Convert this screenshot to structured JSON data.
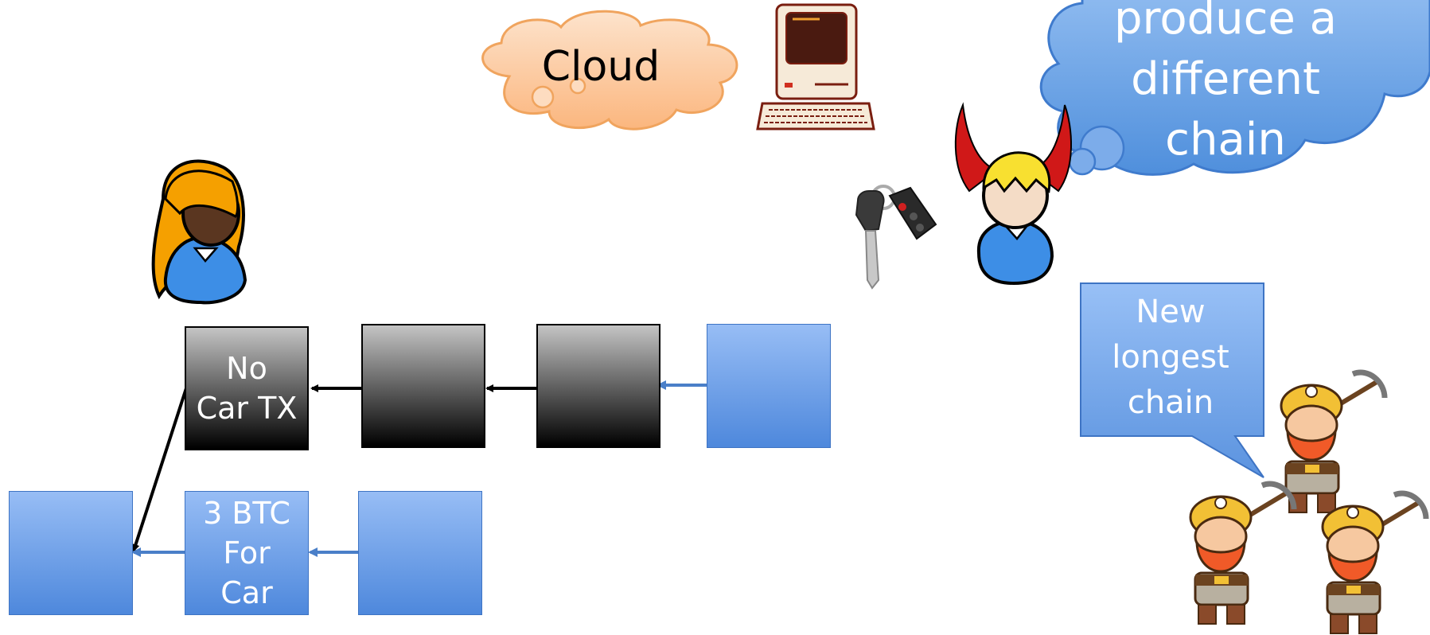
{
  "cloud": {
    "label": "Cloud"
  },
  "thought": {
    "text": "produce a\ndifferent\nchain"
  },
  "callout": {
    "text": "New\nlongest\nchain"
  },
  "blocks": {
    "top": [
      {
        "text": "No\nCar TX",
        "style": "gray"
      },
      {
        "text": "",
        "style": "gray"
      },
      {
        "text": "",
        "style": "gray"
      },
      {
        "text": "",
        "style": "blue"
      }
    ],
    "bottom": [
      {
        "text": "",
        "style": "blue"
      },
      {
        "text": "3 BTC\nFor\nCar",
        "style": "blue"
      },
      {
        "text": "",
        "style": "blue"
      }
    ]
  },
  "icons": [
    "alice-icon",
    "attacker-devil-icon",
    "car-keys-icon",
    "computer-icon",
    "miner-dwarf-icon"
  ],
  "colors": {
    "block_blue": "#8fb7f2",
    "block_gray_top": "#c4c4c4",
    "block_gray_bottom": "#000000",
    "cloud_fill": "#fcc9a0",
    "thought_fill": "#6ea4e6",
    "devil_horn": "#d01818",
    "hair_orange": "#f5a000",
    "beard": "#f05a28"
  }
}
